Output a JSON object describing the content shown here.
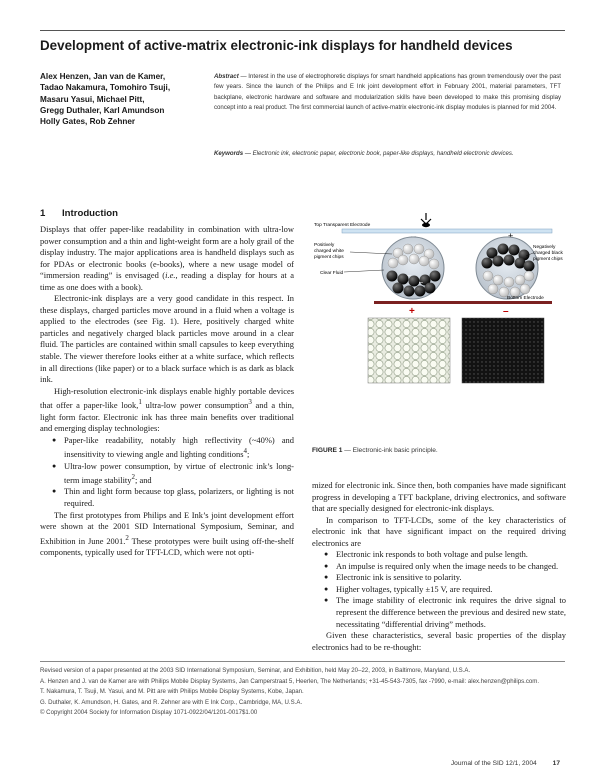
{
  "title": "Development of active-matrix electronic-ink displays for handheld devices",
  "authors": [
    "Alex Henzen, Jan van de Kamer,",
    "Tadao Nakamura, Tomohiro Tsuji,",
    "Masaru Yasui, Michael Pitt,",
    "Gregg Duthaler, Karl Amundson",
    "Holly Gates, Rob Zehner"
  ],
  "abstract": {
    "label": "Abstract",
    "text": " — Interest in the use of electrophoretic displays for smart handheld applications has grown tremendously over the past few years. Since the launch of the Philips and E Ink joint development effort in February 2001, material parameters, TFT backplane, electronic hardware and software and modularization skills have been developed to make this promising display concept into a real product. The first commercial launch of active-matrix electronic-ink display modules is planned for mid 2004."
  },
  "keywords": {
    "label": "Keywords",
    "text": " — Electronic ink, electronic paper, electronic book, paper-like displays, handheld electronic devices."
  },
  "section": {
    "number": "1",
    "title": "Introduction"
  },
  "col1": {
    "p1": "Displays that offer paper-like readability in combination with ultra-low power consumption and a thin and light-weight form are a holy grail of the display industry. The major applications area is handheld displays such as for PDAs or electronic books (e-books), where a new usage model of “immersion reading” is envisaged (",
    "p1_ie": "i.e.",
    "p1_end": ", reading a display for hours at a time as one does with a book).",
    "p2": "Electronic-ink displays are a very good candidate in this respect. In these displays, charged particles move around in a fluid when a voltage is applied to the electrodes (see Fig. 1). Here, positively charged white particles and negatively charged black particles move around in a clear fluid. The particles are contained within small capsules to keep everything stable. The viewer therefore looks either at a white surface, which reflects in all directions (like paper) or to a black surface which is as dark as black ink.",
    "p3_a": "High-resolution electronic-ink displays enable highly portable devices that offer a paper-like look,",
    "p3_s1": "1",
    "p3_b": " ultra-low power consumption",
    "p3_s2": "3",
    "p3_c": " and a thin, light form factor. Electronic ink has three main benefits over traditional and emerging display technologies:",
    "b1_a": "Paper-like readability, notably high reflectivity (~40%) and insensitivity to viewing angle and lighting conditions",
    "b1_s": "4",
    "b1_b": ";",
    "b2_a": "Ultra-low power consumption, by virtue of electronic ink’s long-term image stability",
    "b2_s": "2",
    "b2_b": "; and",
    "b3": "Thin and light form because top glass, polarizers, or lighting is not required.",
    "p4_a": "The first prototypes from Philips and E Ink’s joint development effort were shown at the 2001 SID International Symposium, Seminar, and Exhibition in June 2001.",
    "p4_s": "2",
    "p4_b": " These prototypes were built using off-the-shelf components, typically used for TFT-LCD, which were not opti-"
  },
  "col2": {
    "p1": "mized for electronic ink. Since then, both companies have made significant progress in developing a TFT backplane, driving electronics, and software that are specially designed for electronic-ink displays.",
    "p2": "In comparison to TFT-LCDs, some of the key characteristics of electronic ink that have significant impact on the required driving electronics are",
    "bullets": [
      "Electronic ink responds to both voltage and pulse length.",
      "An impulse is required only when the image needs to be changed.",
      "Electronic ink is sensitive to polarity.",
      "Higher voltages, typically ±15 V, are required.",
      "The image stability of electronic ink requires the drive signal to represent the difference between the previous and desired new state, necessitating “differential driving” methods."
    ],
    "p3": "Given these characteristics, several basic properties of the display electronics had to be re-thought:"
  },
  "figure": {
    "label_top_electrode": "Top Transparent Electrode",
    "label_white": "Positively charged white pigment chips",
    "label_black": "Negatively charged black pigment chips",
    "label_fluid": "Clear Fluid",
    "label_bottom": "Bottom Electrode",
    "minus": "–",
    "plus": "+",
    "caption_label": "FIGURE 1",
    "caption_text": " — Electronic-ink basic principle."
  },
  "footnotes": [
    "Revised version of a paper presented at the 2003 SID International Symposium, Seminar, and Exhibition, held May 20–22, 2003, in Baltimore, Maryland, U.S.A.",
    "A. Henzen and J. van de Kamer are with Philips Mobile Display Systems, Jan Camperstraat 5, Heerlen, The Netherlands; +31-45-543-7305, fax -7990, e-mail: alex.henzen@philips.com.",
    "T. Nakamura, T. Tsuji, M. Yasui, and M. Pitt are with Philips Mobile Display Systems, Kobe, Japan.",
    "G. Duthaler, K. Amundson, H. Gates, and R. Zehner are with E Ink Corp., Cambridge, MA, U.S.A.",
    "© Copyright 2004 Society for Information Display 1071-0922/04/1201-0017$1.00"
  ],
  "page_footer": {
    "journal": "Journal of the SID 12/1, 2004",
    "page": "17"
  }
}
